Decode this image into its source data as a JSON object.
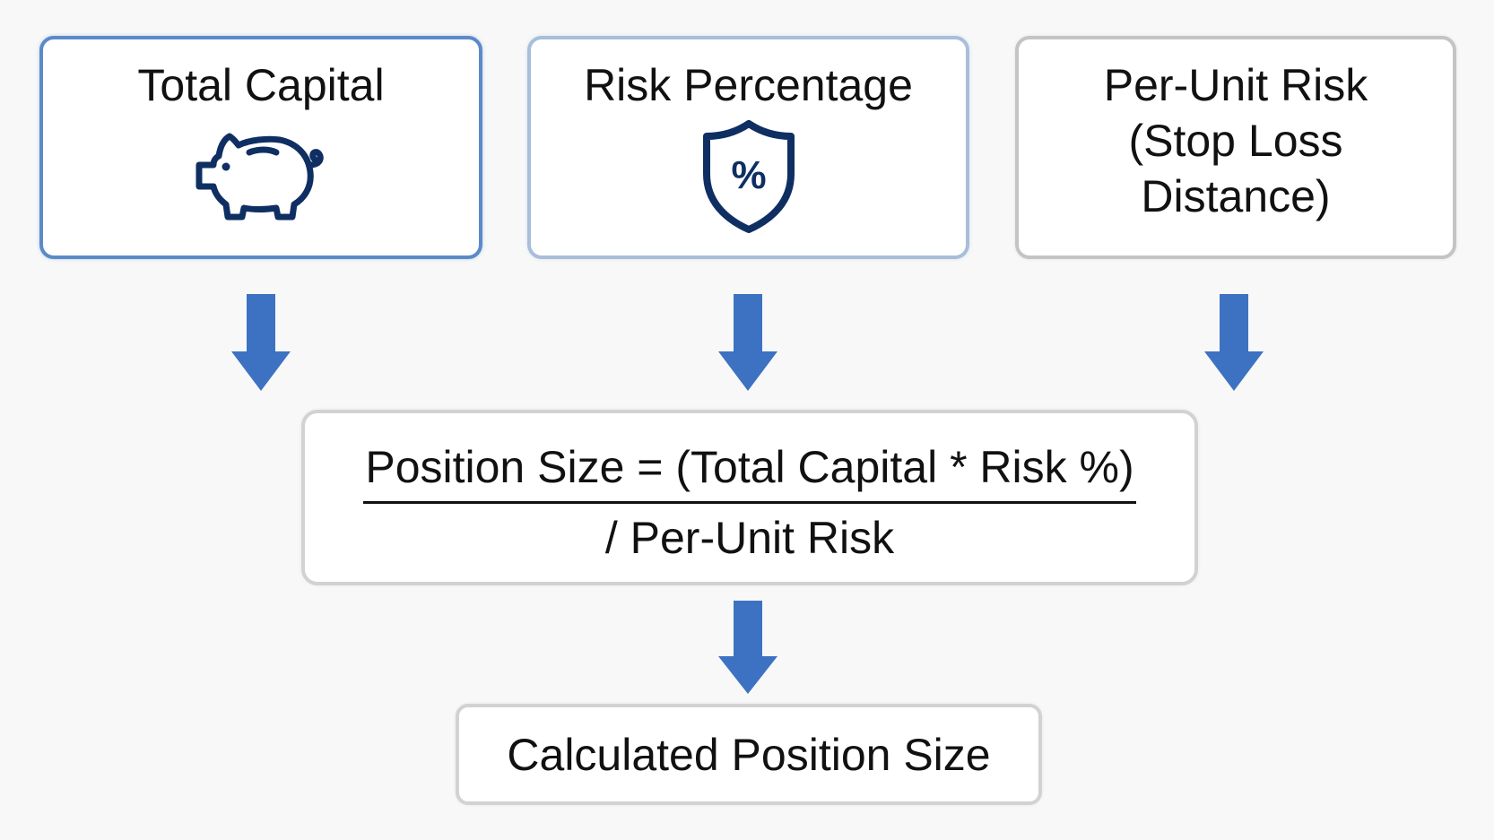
{
  "inputs": {
    "total_capital": {
      "title": "Total Capital",
      "icon": "piggy-bank-icon"
    },
    "risk_percentage": {
      "title": "Risk Percentage",
      "icon": "shield-percent-icon",
      "icon_text": "%"
    },
    "per_unit_risk": {
      "title": "Per-Unit Risk\n(Stop Loss\nDistance)"
    }
  },
  "formula": {
    "numerator": "Position Size = (Total Capital * Risk %)",
    "denominator": "/ Per-Unit Risk"
  },
  "result": {
    "title": "Calculated Position Size"
  },
  "colors": {
    "arrow": "#3d72c2",
    "icon": "#0f2f63",
    "capital_border": "#5b8ac9",
    "risk_border": "#a8bed9",
    "neutral_border": "#c4c4c4"
  }
}
